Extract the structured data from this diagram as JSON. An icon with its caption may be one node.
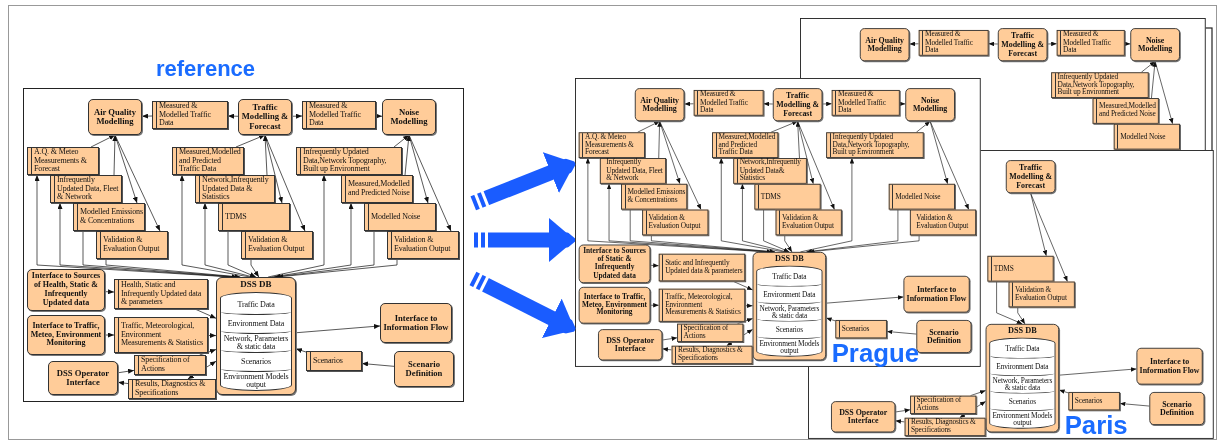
{
  "diagram": {
    "nodes": [
      {
        "text": [
          "reference"
        ]
      },
      {
        "text": [
          "Air Quality Modelling"
        ],
        "in": 0
      },
      {
        "text": [
          "Measured & Modelled Traffic Data"
        ],
        "in": 0
      },
      {
        "text": [
          "Traffic Modelling & Forecast"
        ],
        "in": 0
      },
      {
        "text": [
          "Measured & Modelled Traffic Data"
        ],
        "in": 0
      },
      {
        "text": [
          "Noise Modelling"
        ],
        "in": 0
      },
      {
        "text": [
          "A.Q. & Meteo Measurements & Forecast"
        ],
        "in": 0
      },
      {
        "text": [
          "Infrequently Updated Data, Fleet & Network"
        ],
        "in": 0
      },
      {
        "text": [
          "Modelled Emissions & Concentrations"
        ],
        "in": 0
      },
      {
        "text": [
          "Validation & Evaluation Output"
        ],
        "in": 0
      },
      {
        "text": [
          "Measured,Modelled and Predicted Traffic Data"
        ],
        "in": 0
      },
      {
        "text": [
          "Network,Infrequently Updated Data & Statistics"
        ],
        "in": 0
      },
      {
        "text": [
          "TDMS"
        ],
        "in": 0
      },
      {
        "text": [
          "Validation & Evaluation Output"
        ],
        "in": 0
      },
      {
        "text": [
          "Infrequently Updated Data,Network Topography, Built up Environment"
        ],
        "in": 0
      },
      {
        "text": [
          "Measured,Modelled and Predicted Noise"
        ],
        "in": 0
      },
      {
        "text": [
          "Modelled Noise"
        ],
        "in": 0
      },
      {
        "text": [
          "Validation & Evaluation Output"
        ],
        "in": 0
      },
      {
        "text": [
          "DSS DB",
          "Traffic Data",
          "Environment Data",
          "Network, Parameters & static data",
          "Scenarios",
          "Environment Models output"
        ],
        "in": 0
      },
      {
        "text": [
          "Interface to Sources of Health, Static & Infrequently Updated data"
        ],
        "in": 0
      },
      {
        "text": [
          "Health, Static and Infrequently Updated data & parameters"
        ],
        "in": 0
      },
      {
        "text": [
          "Interface to Traffic, Meteo, Environment Monitoring"
        ],
        "in": 0
      },
      {
        "text": [
          "Traffic, Meteorological, Environment Measurements & Statistics"
        ],
        "in": 0
      },
      {
        "text": [
          "Interface to Information Flow"
        ],
        "in": 0
      },
      {
        "text": [
          "Specification of Actions"
        ],
        "in": 0
      },
      {
        "text": [
          "DSS Operator Interface"
        ],
        "in": 0
      },
      {
        "text": [
          "Results, Diagnostics & Specifications"
        ],
        "in": 0
      },
      {
        "text": [
          "Scenarios"
        ],
        "in": 0
      },
      {
        "text": [
          "Scenario Definition"
        ],
        "in": 0
      },
      {
        "text": [],
        "shape": "box"
      },
      {
        "text": [
          "Air Quality Modelling"
        ],
        "in": 29
      },
      {
        "text": [
          "Measured & Modelled Traffic Data"
        ],
        "in": 29
      },
      {
        "text": [
          "Traffic Modelling & Forecast"
        ],
        "in": 29
      },
      {
        "text": [
          "Measured & Modelled Traffic Data"
        ],
        "in": 29
      },
      {
        "text": [
          "Noise Modelling"
        ],
        "in": 29
      },
      {
        "text": [
          "Infrequently Updated Data,Network Topography, Built up Environment"
        ],
        "in": 29
      },
      {
        "text": [
          "Measured,Modelled and Predicted Noise"
        ],
        "in": 29
      },
      {
        "text": [
          "Modelled Noise"
        ],
        "in": 29
      },
      {
        "text": [
          "Prague"
        ]
      },
      {
        "text": [
          "Air Quality Modelling"
        ],
        "in": 38
      },
      {
        "text": [
          "Measured & Modelled Traffic Data"
        ],
        "in": 38
      },
      {
        "text": [
          "Traffic Modelling & Forecast"
        ],
        "in": 38
      },
      {
        "text": [
          "Measured & Modelled Traffic Data"
        ]
      },
      {
        "text": [
          "Noise Modelling"
        ]
      },
      {
        "text": [
          "A.Q. & Meteo Measurements & Forecast"
        ],
        "in": 38
      },
      {
        "text": [
          "Infrequently Updated Data, Fleet & Network"
        ],
        "in": 38
      },
      {
        "text": [
          "Modelled Emissions & Concentrations"
        ],
        "in": 38
      },
      {
        "text": [
          "Validation & Evaluation Output"
        ],
        "in": 38
      },
      {
        "text": [
          "Measured,Modelled and Predicted Traffic Data"
        ],
        "in": 38
      },
      {
        "text": [
          "Network,Infrequently Updated Data& Statistics"
        ],
        "in": 38
      },
      {
        "text": [
          "TDMS"
        ],
        "in": 38
      },
      {
        "text": [
          "Validation & Evaluation Output"
        ],
        "in": 38
      },
      {
        "text": [
          "Infrequently Updated Data,Network Topography, Built up Environment"
        ]
      },
      {
        "text": [
          "Modelled Noise"
        ]
      },
      {
        "text": [
          "Validation & Evaluation Output"
        ]
      },
      {
        "text": [
          "DSS DB",
          "Traffic Data",
          "Environment Data",
          "Network, Parameters & static data",
          "Scenarios",
          "Environment Models output"
        ],
        "in": 38
      },
      {
        "text": [
          "Interface to Sources of Static & Infrequently Updated data"
        ],
        "in": 38
      },
      {
        "text": [
          "Static and Infrequently Updated data & parameters"
        ],
        "in": 38
      },
      {
        "text": [
          "Interface to Traffic, Meteo, Environment Monitoring"
        ],
        "in": 38
      },
      {
        "text": [
          "Traffic, Meteorological, Environment Measurements & Statistics"
        ],
        "in": 38
      },
      {
        "text": [
          "Interface to Information Flow"
        ]
      },
      {
        "text": [
          "Specification of Actions"
        ],
        "in": 38
      },
      {
        "text": [
          "DSS Operator Interface"
        ],
        "in": 38
      },
      {
        "text": [
          "Results, Diagnostics & Specifications"
        ],
        "in": 38
      },
      {
        "text": [
          "Scenarios"
        ]
      },
      {
        "text": [
          "Scenario Definition"
        ]
      },
      {
        "text": [
          "Paris"
        ]
      },
      {
        "text": [
          "Traffic Modelling & Forecast"
        ]
      },
      {
        "text": [
          "TDMS"
        ]
      },
      {
        "text": [
          "Validation & Evaluation Output"
        ]
      },
      {
        "text": [
          "DSS DB",
          "Traffic Data",
          "Environment Data",
          "Network, Parameters & static data",
          "Scenarios",
          "Environment Models output"
        ],
        "in": 66
      },
      {
        "text": [
          "Interface to Information Flow"
        ],
        "in": 66
      },
      {
        "text": [
          "Specification of Actions"
        ],
        "in": 66
      },
      {
        "text": [
          "DSS Operator Interface"
        ],
        "in": 66
      },
      {
        "text": [
          "Results, Diagnostics & Specifications"
        ],
        "in": 66
      },
      {
        "text": [
          "Scenarios"
        ],
        "in": 66
      },
      {
        "text": [
          "Scenario Definition"
        ],
        "in": 66
      }
    ],
    "edges": [
      {
        "from": 3,
        "to": 2,
        "arrow": "to"
      },
      {
        "from": 2,
        "to": 1,
        "arrow": "to"
      },
      {
        "from": 3,
        "to": 4,
        "arrow": "to"
      },
      {
        "from": 4,
        "to": 5,
        "arrow": "to"
      },
      {
        "from": 6,
        "to": 1,
        "arrow": "to"
      },
      {
        "from": 7,
        "to": 1,
        "arrow": "to"
      },
      {
        "from": 1,
        "to": 8,
        "arrow": "to"
      },
      {
        "from": 1,
        "to": 9,
        "arrow": "to"
      },
      {
        "from": 10,
        "to": 3,
        "arrow": "to"
      },
      {
        "from": 11,
        "to": 3,
        "arrow": "to"
      },
      {
        "from": 3,
        "to": 12,
        "arrow": "to"
      },
      {
        "from": 3,
        "to": 13,
        "arrow": "to"
      },
      {
        "from": 14,
        "to": 5,
        "arrow": "to"
      },
      {
        "from": 15,
        "to": 5,
        "arrow": "to"
      },
      {
        "from": 5,
        "to": 16,
        "arrow": "to"
      },
      {
        "from": 5,
        "to": 17,
        "arrow": "to"
      },
      {
        "from": 18,
        "to": 6,
        "arrow": "to"
      },
      {
        "from": 18,
        "to": 7,
        "arrow": "to"
      },
      {
        "from": 8,
        "to": 18,
        "arrow": "to"
      },
      {
        "from": 9,
        "to": 18,
        "arrow": "to"
      },
      {
        "from": 18,
        "to": 10,
        "arrow": "to"
      },
      {
        "from": 18,
        "to": 11,
        "arrow": "to"
      },
      {
        "from": 12,
        "to": 18,
        "arrow": "to"
      },
      {
        "from": 13,
        "to": 18,
        "arrow": "to"
      },
      {
        "from": 18,
        "to": 14,
        "arrow": "to"
      },
      {
        "from": 18,
        "to": 15,
        "arrow": "to"
      },
      {
        "from": 16,
        "to": 18,
        "arrow": "to"
      },
      {
        "from": 17,
        "to": 18,
        "arrow": "to"
      },
      {
        "from": 19,
        "to": 20,
        "arrow": "to"
      },
      {
        "from": 20,
        "to": 18,
        "arrow": "to"
      },
      {
        "from": 21,
        "to": 22,
        "arrow": "to"
      },
      {
        "from": 22,
        "to": 18,
        "arrow": "to"
      },
      {
        "from": 18,
        "to": 23,
        "arrow": "to"
      },
      {
        "from": 25,
        "to": 24,
        "arrow": "to"
      },
      {
        "from": 24,
        "to": 18,
        "arrow": "to"
      },
      {
        "from": 18,
        "to": 26,
        "arrow": "both"
      },
      {
        "from": 26,
        "to": 25,
        "arrow": "to"
      },
      {
        "from": 28,
        "to": 27,
        "arrow": "to"
      },
      {
        "from": 27,
        "to": 18,
        "arrow": "to"
      },
      {
        "from": 32,
        "to": 31,
        "arrow": "to"
      },
      {
        "from": 31,
        "to": 30,
        "arrow": "to"
      },
      {
        "from": 32,
        "to": 33,
        "arrow": "to"
      },
      {
        "from": 33,
        "to": 34,
        "arrow": "to"
      },
      {
        "from": 35,
        "to": 34,
        "arrow": "to"
      },
      {
        "from": 36,
        "to": 34,
        "arrow": "to"
      },
      {
        "from": 34,
        "to": 37,
        "arrow": "to"
      },
      {
        "from": 41,
        "to": 40,
        "arrow": "to"
      },
      {
        "from": 40,
        "to": 39,
        "arrow": "to"
      },
      {
        "from": 41,
        "to": 42,
        "arrow": "to"
      },
      {
        "from": 42,
        "to": 43,
        "arrow": "to"
      },
      {
        "from": 44,
        "to": 39,
        "arrow": "to"
      },
      {
        "from": 45,
        "to": 39,
        "arrow": "to"
      },
      {
        "from": 39,
        "to": 46,
        "arrow": "to"
      },
      {
        "from": 39,
        "to": 47,
        "arrow": "to"
      },
      {
        "from": 48,
        "to": 41,
        "arrow": "to"
      },
      {
        "from": 49,
        "to": 41,
        "arrow": "to"
      },
      {
        "from": 41,
        "to": 50,
        "arrow": "to"
      },
      {
        "from": 41,
        "to": 51,
        "arrow": "to"
      },
      {
        "from": 52,
        "to": 43,
        "arrow": "to"
      },
      {
        "from": 43,
        "to": 53,
        "arrow": "to"
      },
      {
        "from": 43,
        "to": 54,
        "arrow": "to"
      },
      {
        "from": 55,
        "to": 44,
        "arrow": "to"
      },
      {
        "from": 55,
        "to": 45,
        "arrow": "to"
      },
      {
        "from": 46,
        "to": 55,
        "arrow": "to"
      },
      {
        "from": 47,
        "to": 55,
        "arrow": "to"
      },
      {
        "from": 55,
        "to": 48,
        "arrow": "to"
      },
      {
        "from": 55,
        "to": 49,
        "arrow": "to"
      },
      {
        "from": 50,
        "to": 55,
        "arrow": "to"
      },
      {
        "from": 51,
        "to": 55,
        "arrow": "to"
      },
      {
        "from": 55,
        "to": 52,
        "arrow": "to"
      },
      {
        "from": 53,
        "to": 55,
        "arrow": "to"
      },
      {
        "from": 54,
        "to": 55,
        "arrow": "to"
      },
      {
        "from": 56,
        "to": 57,
        "arrow": "to"
      },
      {
        "from": 57,
        "to": 55,
        "arrow": "to"
      },
      {
        "from": 58,
        "to": 59,
        "arrow": "to"
      },
      {
        "from": 59,
        "to": 55,
        "arrow": "to"
      },
      {
        "from": 55,
        "to": 60,
        "arrow": "to"
      },
      {
        "from": 62,
        "to": 61,
        "arrow": "to"
      },
      {
        "from": 61,
        "to": 55,
        "arrow": "to"
      },
      {
        "from": 55,
        "to": 63,
        "arrow": "both"
      },
      {
        "from": 63,
        "to": 62,
        "arrow": "to"
      },
      {
        "from": 65,
        "to": 64,
        "arrow": "to"
      },
      {
        "from": 64,
        "to": 55,
        "arrow": "to"
      },
      {
        "from": 67,
        "to": 68,
        "arrow": "to"
      },
      {
        "from": 67,
        "to": 69,
        "arrow": "to"
      },
      {
        "from": 68,
        "to": 70,
        "arrow": "to"
      },
      {
        "from": 69,
        "to": 70,
        "arrow": "to"
      },
      {
        "from": 70,
        "to": 71,
        "arrow": "to"
      },
      {
        "from": 73,
        "to": 72,
        "arrow": "to"
      },
      {
        "from": 72,
        "to": 70,
        "arrow": "to"
      },
      {
        "from": 70,
        "to": 74,
        "arrow": "both"
      },
      {
        "from": 74,
        "to": 73,
        "arrow": "to"
      },
      {
        "from": 76,
        "to": 75,
        "arrow": "to"
      },
      {
        "from": 75,
        "to": 70,
        "arrow": "to"
      },
      {
        "from": 0,
        "to": 38,
        "arrow": "to",
        "style": "thick",
        "color": "#1a5cff"
      },
      {
        "from": 0,
        "to": 38,
        "arrow": "to",
        "style": "thick",
        "color": "#1a5cff"
      },
      {
        "from": 0,
        "to": 38,
        "arrow": "to",
        "style": "thick",
        "color": "#1a5cff"
      }
    ]
  }
}
